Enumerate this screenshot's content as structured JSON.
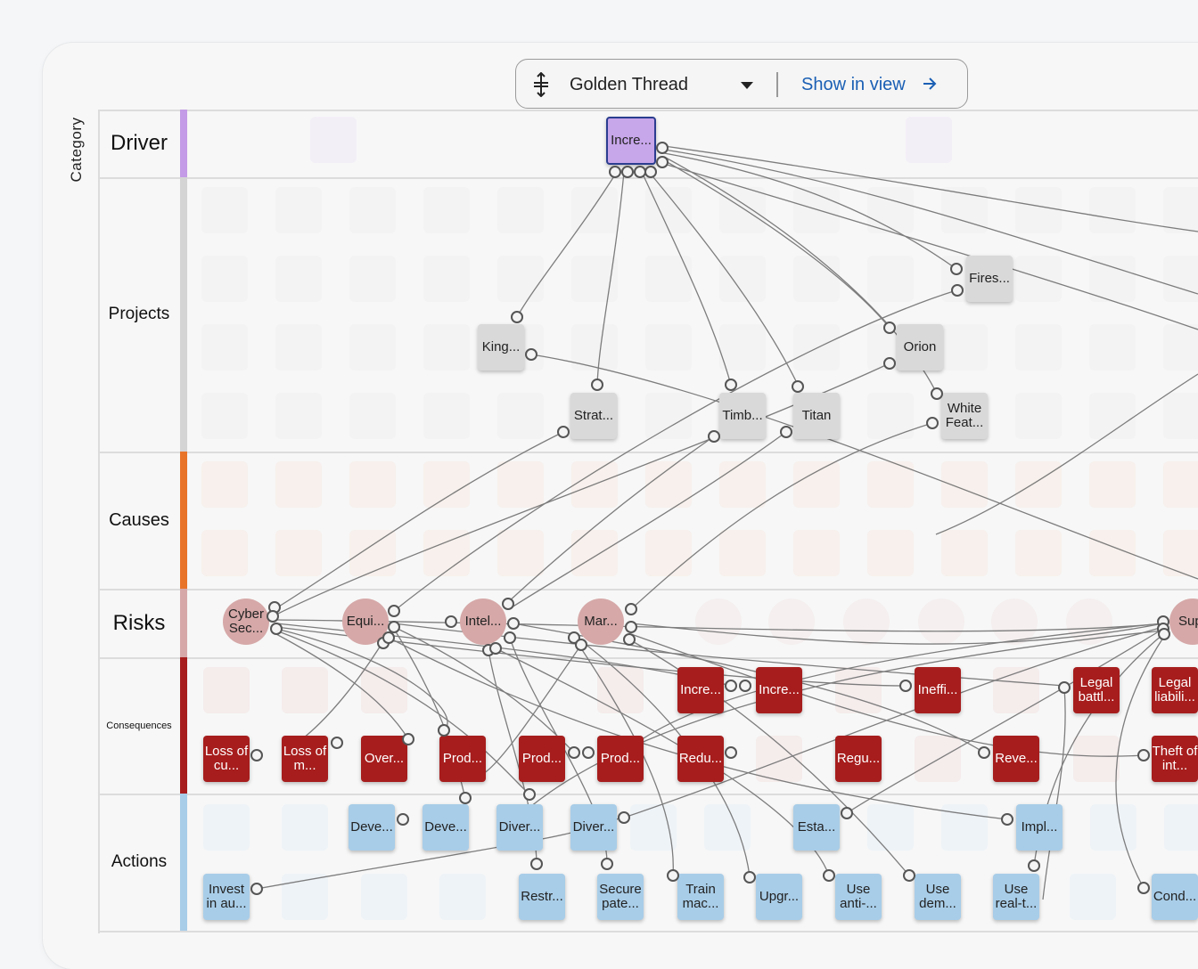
{
  "toolbar": {
    "mode_label": "Golden Thread",
    "show_in_view_label": "Show in view",
    "mode_icon": "vertical-thread-icon",
    "arrow_icon": "arrow-right-icon",
    "caret_icon": "caret-down-icon"
  },
  "axis_title": "Category",
  "rows": [
    {
      "id": "driver",
      "label": "Driver",
      "color": "#c39be6"
    },
    {
      "id": "projects",
      "label": "Projects",
      "color": "#d4d4d4"
    },
    {
      "id": "causes",
      "label": "Causes",
      "color": "#e8742a"
    },
    {
      "id": "risks",
      "label": "Risks",
      "color": "#d6a8a8"
    },
    {
      "id": "consequences",
      "label": "Consequences",
      "color": "#a71d1d"
    },
    {
      "id": "actions",
      "label": "Actions",
      "color": "#a8cde8"
    }
  ],
  "colors": {
    "link": "#1a5fb4",
    "driver": "#c7a6ea",
    "project": "#d9d9d9",
    "risk": "#d6a8a8",
    "consequence": "#a71d1d",
    "action": "#a8cde8"
  },
  "nodes": {
    "driver": [
      {
        "label": "Incre..."
      }
    ],
    "projects": [
      {
        "label": "Fires..."
      },
      {
        "label": "King..."
      },
      {
        "label": "Orion"
      },
      {
        "label": "Strat..."
      },
      {
        "label": "Timb..."
      },
      {
        "label": "Titan"
      },
      {
        "label": "White Feat..."
      }
    ],
    "risks": [
      {
        "label": "Cyber Sec..."
      },
      {
        "label": "Equi..."
      },
      {
        "label": "Intel..."
      },
      {
        "label": "Mar..."
      },
      {
        "label": "Sup"
      }
    ],
    "consequences": [
      {
        "label": "Incre..."
      },
      {
        "label": "Incre..."
      },
      {
        "label": "Ineffi..."
      },
      {
        "label": "Legal battl..."
      },
      {
        "label": "Legal liabili..."
      },
      {
        "label": "Loss of cu..."
      },
      {
        "label": "Loss of m..."
      },
      {
        "label": "Over..."
      },
      {
        "label": "Prod..."
      },
      {
        "label": "Prod..."
      },
      {
        "label": "Prod..."
      },
      {
        "label": "Redu..."
      },
      {
        "label": "Regu..."
      },
      {
        "label": "Reve..."
      },
      {
        "label": "Theft of int..."
      }
    ],
    "actions": [
      {
        "label": "Deve..."
      },
      {
        "label": "Deve..."
      },
      {
        "label": "Diver..."
      },
      {
        "label": "Diver..."
      },
      {
        "label": "Esta..."
      },
      {
        "label": "Impl..."
      },
      {
        "label": "Invest in au..."
      },
      {
        "label": "Restr..."
      },
      {
        "label": "Secure pate..."
      },
      {
        "label": "Train mac..."
      },
      {
        "label": "Upgr..."
      },
      {
        "label": "Use anti-..."
      },
      {
        "label": "Use dem..."
      },
      {
        "label": "Use real-t..."
      },
      {
        "label": "Cond..."
      }
    ]
  }
}
